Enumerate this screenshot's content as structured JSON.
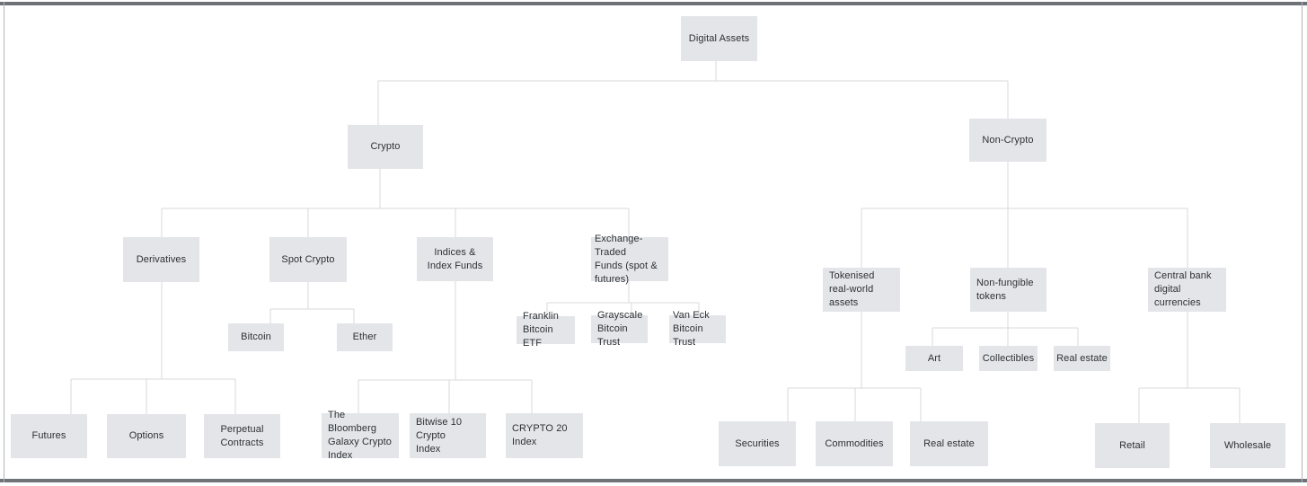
{
  "diagram": {
    "type": "hierarchy-org-chart",
    "colors": {
      "node_fill": "#e3e5e8",
      "node_text": "#2c3036",
      "connector": "#d8dadd",
      "frame": "#6e7276"
    },
    "tree": {
      "label": "Digital Assets",
      "children": [
        {
          "label": "Crypto",
          "children": [
            {
              "label": "Derivatives",
              "children": [
                {
                  "label": "Futures"
                },
                {
                  "label": "Options"
                },
                {
                  "label": "Perpetual\nContracts"
                }
              ]
            },
            {
              "label": "Spot Crypto",
              "children": [
                {
                  "label": "Bitcoin"
                },
                {
                  "label": "Ether"
                }
              ]
            },
            {
              "label": "Indices &\nIndex Funds",
              "children": [
                {
                  "label": "The Bloomberg\nGalaxy Crypto\nIndex"
                },
                {
                  "label": "Bitwise 10 Crypto\nIndex"
                },
                {
                  "label": "CRYPTO 20\nIndex"
                }
              ]
            },
            {
              "label": "Exchange-Traded\nFunds (spot &\nfutures)",
              "children": [
                {
                  "label": "Franklin\nBitcoin ETF"
                },
                {
                  "label": "Grayscale\nBitcoin Trust"
                },
                {
                  "label": "Van Eck Bitcoin\nTrust"
                }
              ]
            }
          ]
        },
        {
          "label": "Non-Crypto",
          "children": [
            {
              "label": "Tokenised\nreal-world assets",
              "children": [
                {
                  "label": "Securities"
                },
                {
                  "label": "Commodities"
                },
                {
                  "label": "Real estate"
                }
              ]
            },
            {
              "label": "Non-fungible\ntokens",
              "children": [
                {
                  "label": "Art"
                },
                {
                  "label": "Collectibles"
                },
                {
                  "label": "Real estate"
                }
              ]
            },
            {
              "label": "Central bank\ndigital currencies",
              "children": [
                {
                  "label": "Retail"
                },
                {
                  "label": "Wholesale"
                }
              ]
            }
          ]
        }
      ]
    }
  }
}
